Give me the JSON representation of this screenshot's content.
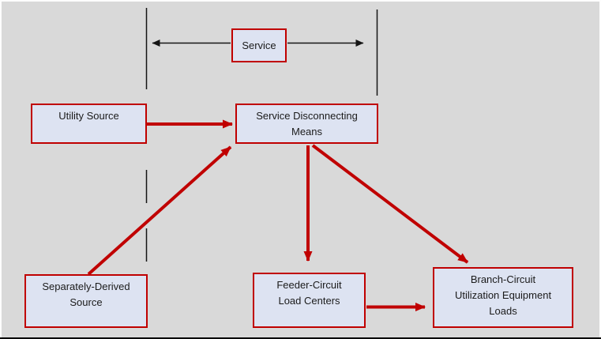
{
  "colors": {
    "canvas-bg": "#d9d9d9",
    "node-fill": "#dde3f2",
    "node-border": "#c00000",
    "arrow-red": "#c00000",
    "line-black": "#151515",
    "text": "#1b1b1b",
    "edge-light": "#fdfdfd",
    "edge-dark": "#000000"
  },
  "nodes": {
    "service": {
      "lines": [
        "Service"
      ]
    },
    "utility_source": {
      "lines": [
        "Utility Source"
      ]
    },
    "service_disconnecting_means": {
      "lines": [
        "Service Disconnecting",
        "Means"
      ]
    },
    "separately_derived_source": {
      "lines": [
        "Separately-Derived",
        "Source"
      ]
    },
    "feeder_circuit_load_centers": {
      "lines": [
        "Feeder-Circuit",
        "Load Centers"
      ]
    },
    "branch_circuit_loads": {
      "lines": [
        "Branch-Circuit",
        "Utilization Equipment",
        "Loads"
      ]
    }
  },
  "connections": [
    {
      "from": "utility_source",
      "to": "service_disconnecting_means",
      "style": "red-arrow"
    },
    {
      "from": "separately_derived_source",
      "to": "service_disconnecting_means",
      "style": "red-arrow"
    },
    {
      "from": "service_disconnecting_means",
      "to": "feeder_circuit_load_centers",
      "style": "red-arrow"
    },
    {
      "from": "service_disconnecting_means",
      "to": "branch_circuit_loads",
      "style": "red-arrow"
    },
    {
      "from": "feeder_circuit_load_centers",
      "to": "branch_circuit_loads",
      "style": "red-arrow"
    },
    {
      "from": "service",
      "to": "left-service-boundary",
      "style": "black-arrow"
    },
    {
      "from": "service",
      "to": "right-service-boundary",
      "style": "black-arrow"
    }
  ]
}
